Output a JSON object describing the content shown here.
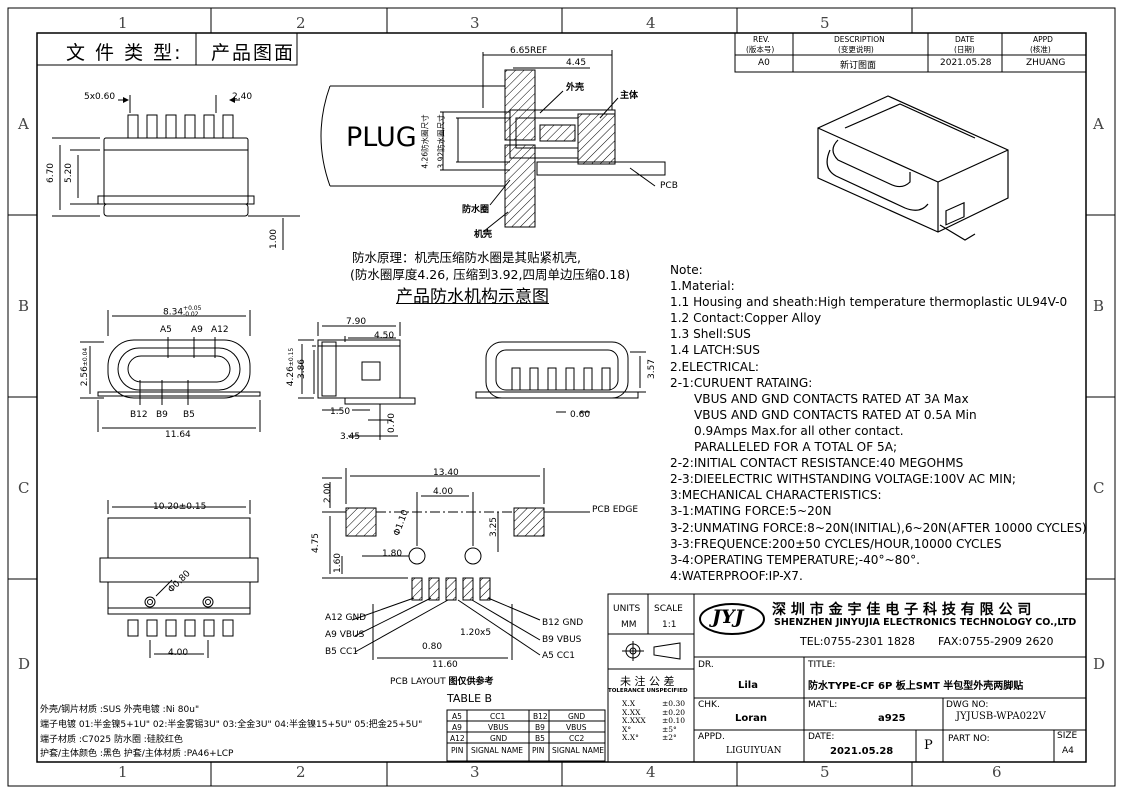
{
  "file_type": {
    "label": "文 件 类 型:",
    "value": "产品图面"
  },
  "zones": {
    "cols": [
      "1",
      "2",
      "3",
      "4",
      "5",
      "6"
    ],
    "rows": [
      "A",
      "B",
      "C",
      "D"
    ]
  },
  "revision": {
    "headers": [
      "REV.",
      "(版本号)",
      "DESCRIPTION",
      "(变更说明)",
      "DATE",
      "(日期)",
      "APPD",
      "(核准)"
    ],
    "row": {
      "rev": "A0",
      "desc": "新订图面",
      "date": "2021.05.28",
      "appd": "ZHUANG"
    }
  },
  "top_view": {
    "pitch": "5x0.60",
    "d_240": "2.40",
    "d_670": "6.70",
    "d_520": "5.20",
    "d_100": "1.00"
  },
  "waterproof": {
    "plug": "PLUG",
    "ref": "6.65REF",
    "d445": "4.45",
    "shell_label": "外壳",
    "body_label": "主体",
    "pcb_label": "PCB",
    "ring_label": "防水圈",
    "case_label": "机壳",
    "v426": "4.26防水圈尺寸",
    "v392": "3.92防水圈尺寸",
    "principle1": "防水原理：机壳压缩防水圈是其贴紧机壳,",
    "principle2": "(防水圈厚度4.26, 压缩到3.92,四周单边压缩0.18)",
    "title": "产品防水机构示意图"
  },
  "front_view": {
    "w": "8.34",
    "tol_up": "+0.05",
    "tol_dn": "-0.02",
    "a5": "A5",
    "a9": "A9",
    "a12": "A12",
    "b12": "B12",
    "b9": "B9",
    "b5": "B5",
    "h": "2.56",
    "tol_h": "±0.04",
    "w2": "11.64"
  },
  "side_view": {
    "d790": "7.90",
    "d450": "4.50",
    "d426": "4.26",
    "tol426": "±0.15",
    "d386": "3.86",
    "d150": "1.50",
    "d070": "0.70",
    "d345": "3.45"
  },
  "rear_view": {
    "d357": "3.57",
    "d060": "0.60"
  },
  "bottom_view": {
    "d1020": "10.20±0.15",
    "phi080": "Φ0.80",
    "d400": "4.00"
  },
  "pcb_layout": {
    "d1340": "13.40",
    "d400": "4.00",
    "d200": "2.00",
    "d475": "4.75",
    "d160": "1.60",
    "d180": "1.80",
    "phi110": "Φ1.10",
    "d325": "3.25",
    "pcb_edge": "PCB EDGE",
    "a12": "A12 GND",
    "a9": "A9 VBUS",
    "b5": "B5  CC1",
    "b12": "B12 GND",
    "b9": "B9  VBUS",
    "a5": "A5  CC1",
    "pitch": "1.20x5",
    "d080": "0.80",
    "d1160": "11.60",
    "caption": "PCB LAYOUT",
    "caption_cn": "图仅供参考"
  },
  "table_b": {
    "title": "TABLE B",
    "rows": [
      [
        "A5",
        "CC1",
        "B12",
        "GND"
      ],
      [
        "A9",
        "VBUS",
        "B9",
        "VBUS"
      ],
      [
        "A12",
        "GND",
        "B5",
        "CC2"
      ]
    ],
    "footer": [
      "PIN",
      "SIGNAL NAME",
      "PIN",
      "SIGNAL NAME"
    ]
  },
  "materials": [
    "外壳/钢片材质 :SUS    外壳电镀 :Ni 80u\"",
    "端子电镀  01:半金镍5+1U\" 02:半金雾锡3U\"  03:全金3U\"  04:半金镍15+5U\" 05:把金25+5U\"",
    "端子材质 :C7025        防水圈 :硅胶红色",
    "护套/主体颜色 :黑色   护套/主体材质 :PA46+LCP"
  ],
  "notes": [
    {
      "t": "Note:",
      "i": false
    },
    {
      "t": "1.Material:",
      "i": false
    },
    {
      "t": "1.1  Housing and sheath:High temperature thermoplastic UL94V-0",
      "i": false
    },
    {
      "t": "1.2  Contact:Copper Alloy",
      "i": false
    },
    {
      "t": "1.3  Shell:SUS",
      "i": false
    },
    {
      "t": "1.4  LATCH:SUS",
      "i": false
    },
    {
      "t": "2.ELECTRICAL:",
      "i": false
    },
    {
      "t": "2-1:CURUENT RATAING:",
      "i": false
    },
    {
      "t": "VBUS AND GND CONTACTS RATED AT 3A Max",
      "i": true
    },
    {
      "t": "VBUS AND GND CONTACTS RATED AT 0.5A Min",
      "i": true
    },
    {
      "t": "0.9Amps Max.for all other contact.",
      "i": true
    },
    {
      "t": "PARALLELED FOR A TOTAL OF 5A;",
      "i": true
    },
    {
      "t": "2-2:INITIAL CONTACT RESISTANCE:40 MEGOHMS",
      "i": false
    },
    {
      "t": "2-3:DIEELECTRIC WITHSTANDING VOLTAGE:100V AC MIN;",
      "i": false
    },
    {
      "t": "3:MECHANICAL CHARACTERISTICS:",
      "i": false
    },
    {
      "t": "3-1:MATING FORCE:5~20N",
      "i": false
    },
    {
      "t": "3-2:UNMATING FORCE:8~20N(INITIAL),6~20N(AFTER 10000 CYCLES)",
      "i": false
    },
    {
      "t": "3-3:FREQUENCE:200±50 CYCLES/HOUR,10000 CYCLES",
      "i": false
    },
    {
      "t": "3-4:OPERATING TEMPERATURE;-40°~80°.",
      "i": false
    },
    {
      "t": "4:WATERPROOF:IP-X7.",
      "i": false
    }
  ],
  "title_block": {
    "units_label": "UNITS",
    "units": "MM",
    "scale_label": "SCALE",
    "scale": "1:1",
    "logo": "JYJ",
    "company_cn": "深 圳 市 金 宇 佳 电 子 科 技 有 限 公 司",
    "company_en": "SHENZHEN JINYUJIA ELECTRONICS TECHNOLOGY CO.,LTD",
    "tel": "TEL:0755-2301 1828",
    "fax": "FAX:0755-2909 2620",
    "tol_cn": "未 注 公 差",
    "tol_en": "TOLERANCE UNSPECIFIED",
    "tol_rows": [
      [
        "X.X",
        "±0.30"
      ],
      [
        "X.XX",
        "±0.20"
      ],
      [
        "X.XXX",
        "±0.10"
      ],
      [
        "X°",
        "±5°"
      ],
      [
        "X.X°",
        "±2°"
      ]
    ],
    "dr_label": "DR.",
    "dr": "Lila",
    "title_label": "TITLE:",
    "title": "防水TYPE-CF 6P 板上SMT 半包型外壳两脚贴",
    "chk_label": "CHK.",
    "chk": "Loran",
    "matl_label": "MAT'L:",
    "matl": "a925",
    "dwg_label": "DWG NO:",
    "dwg": "JYJUSB-WPA022V",
    "appd_label": "APPD.",
    "appd": "LIGUIYUAN",
    "date_label": "DATE:",
    "date": "2021.05.28",
    "p": "P",
    "part_label": "PART NO:",
    "size_label": "SIZE",
    "size": "A4"
  }
}
